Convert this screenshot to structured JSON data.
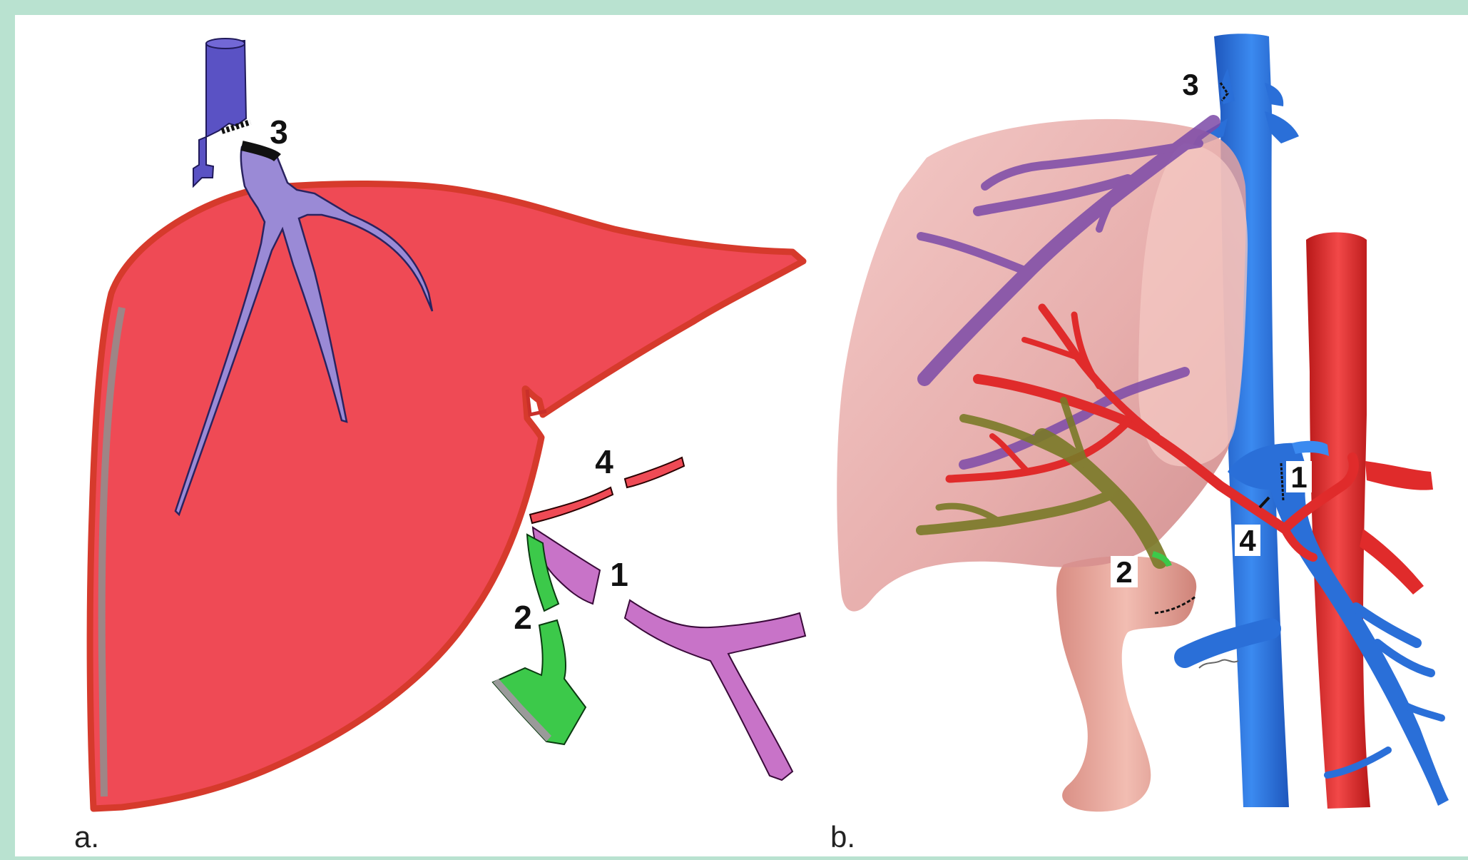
{
  "figure": {
    "panel_a": {
      "caption": "a.",
      "labels": {
        "label_1": "1",
        "label_2": "2",
        "label_3": "3",
        "label_4": "4"
      }
    },
    "panel_b": {
      "caption": "b.",
      "labels": {
        "label_1": "1",
        "label_2": "2",
        "label_3": "3",
        "label_4": "4"
      }
    }
  },
  "colors": {
    "frame": "#b9e2d0",
    "liver_a": "#ef4a55",
    "liver_a_border": "#d63a2c",
    "hepatic_vein_a": "#9a8ad6",
    "ivc_a": "#5a52c4",
    "portal_vein_a": "#c873c8",
    "bile_duct_a": "#3cc94a",
    "liver_b": "#e6a3a3",
    "vein_b": "#2a6fd8",
    "artery_b": "#e02b2b",
    "bile_b": "#7a7a28",
    "duodenum_b": "#e5a59a"
  }
}
